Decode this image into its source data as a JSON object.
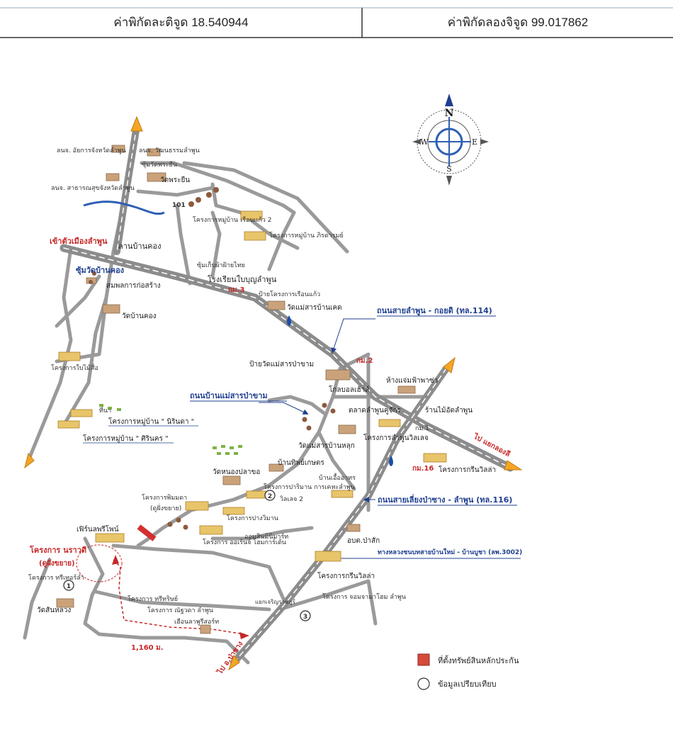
{
  "header": {
    "latitude": "ค่าพิกัดละติจูด 18.540944",
    "longitude": "ค่าพิกัดลองจิจูด 99.017862"
  },
  "compass": {
    "n": "N",
    "s": "S",
    "e": "E",
    "w": "W"
  },
  "roads": {
    "r114": "ถนนสายลำพูน - กอยดิ (ทล.114)",
    "r116": "ถนนสายเลี่ยงป่าซาง - ลำพูน (ทล.116)",
    "maesan": "ถนนบ้านแม่สารป่าขาม",
    "r3002": "ทางหลวงชนบทสายบ้านใหม่ - บ้านบูชา (ลพ.3002)"
  },
  "destinations": {
    "to_lamphun": "เข้าตัวเมืองลำพูน",
    "to_li": "ไป แยกลองลี",
    "to_pasang": "ไป อ.ป่าซาง"
  },
  "km": {
    "km3": "กม.3",
    "km2": "กม.2",
    "km1": "กม.1",
    "km16": "กม.16"
  },
  "places": {
    "gov_center": "ลนจ. อัยการจังหวัดลำพูน",
    "culture": "ลนจ. วัฒนธรรมลำพูน",
    "health": "ลนจ. สาธารณสุขจังหวัดลำพูน",
    "wat_phra_yuen_jn": "ซุ้มวัดพระยืน",
    "wat_phra_yuen": "วัดพระยืน",
    "km101": "101",
    "rueankaew2": "โครงการหมู่บ้าน เรือนแก้ว 2",
    "pirom": "โครงการหมู่บ้าน ภิรดารมย์",
    "lan_ban_kong": "ลานบ้านคอง",
    "sum_wat_ban_kong": "ซุ้มวัดบ้านคอง",
    "soc": "สมพลการก่อสร้าง",
    "silk": "ซุ้มเก็บผ้าฝ้ายไทย",
    "school": "โรงเรียนใบบุญลำพูน",
    "rueankaew_sign": "ป้ายโครงการเรือนแก้ว",
    "wat_maesan_khet": "วัดแม่สารบ้านเคด",
    "wat_ban_kong": "วัดบ้านคอง",
    "baimai": "โครงการใบไม้สื่อ",
    "wat_maesan_sign": "ป้ายวัดแม่สารป่าขาม",
    "goodlife": "โกลบอลเฮ้าส์",
    "hang_jam": "ห้างแจ่มฟ้าพาซ่า",
    "talad": "ตลาดลำพูนคูจักร",
    "shop": "ร้านไม้อัดลำพูน",
    "tipmai": "ที่นา",
    "nirin": "โครงการหมู่บ้าน \" นิรินดา \"",
    "sirin": "โครงการหมู่บ้าน \" ศิรินคร \"",
    "wat_maesan_luk": "วัดแม่สารบ้านหลุก",
    "lamphun_villa": "โครงการลำพูนวิลเลจ",
    "green_villa": "โครงการกรีนวิลล่า",
    "ban_tip": "บ้านทิพย์เกษตร",
    "wat_nong": "วัดหนองปลาขอ",
    "ban_ua": "บ้านเอื้ออาทร",
    "pava": "โครงการปาริมาน การเคหะลำพูน",
    "villa2": "วิลเลจ 2",
    "pimmada": "โครงการพิมมดา",
    "pimmada_sub": "(ดูฝั่งขยาย)",
    "pava2": "โครงการปางวิมาน",
    "orchid": "โครงการ ออเร้นจ์ โฮมการ์เด้น",
    "allium": "ออมสินมินิมาร์ท",
    "resort": "เฟิร์นลพรีโพน์",
    "narawadi": "โครงการ นราวดี",
    "narawadi_sub": "(ดูฝั่งขยาย)",
    "tree": "โครงการ ทรีเทอร์ลำ",
    "wat_san": "วัดสันหลวง",
    "obt": "อบต.ป่าสัก",
    "green2": "โครงการกรีนวิลล่า",
    "charoen": "โครงการ ทรีทริษย์",
    "sukan": "โครงการ ณัฐวดา ลำพูน",
    "garden": "เฮือนลาพูรีสอร์ท",
    "jamsai": "โครงการ จอมจามาโฮม ลำพูน",
    "junction": "แยกเจริญราษฎร์",
    "dist": "1,160 ม."
  },
  "markers": {
    "m1": "1",
    "m2": "2",
    "m3": "3"
  },
  "legend": {
    "subject": "ที่ตั้งทรัพย์สินหลักประกัน",
    "comparable": "ข้อมูลเปรียบเทียบ"
  }
}
